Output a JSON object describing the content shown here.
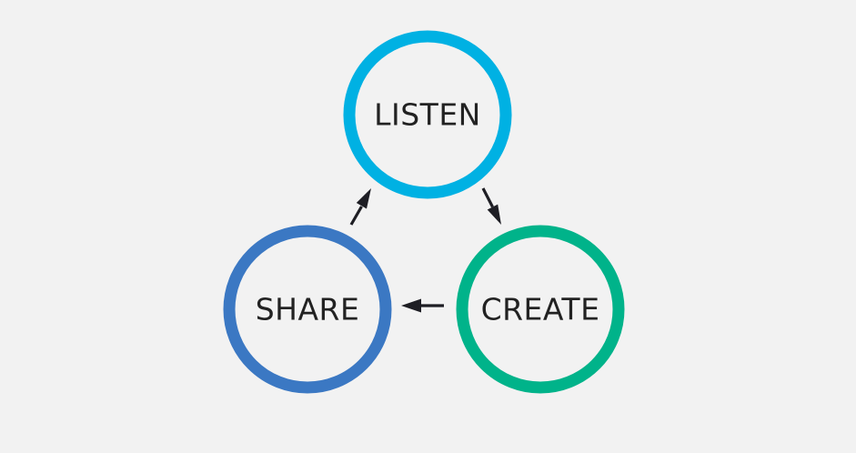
{
  "diagram": {
    "nodes": [
      {
        "id": "listen",
        "label": "LISTEN",
        "color": "#00b1e3"
      },
      {
        "id": "create",
        "label": "CREATE",
        "color": "#00b38a"
      },
      {
        "id": "share",
        "label": "SHARE",
        "color": "#3b78c3"
      }
    ],
    "edges": [
      {
        "from": "listen",
        "to": "create"
      },
      {
        "from": "create",
        "to": "share"
      },
      {
        "from": "share",
        "to": "listen"
      }
    ],
    "arrow_color": "#1e1e24",
    "background": "#f2f2f2"
  }
}
